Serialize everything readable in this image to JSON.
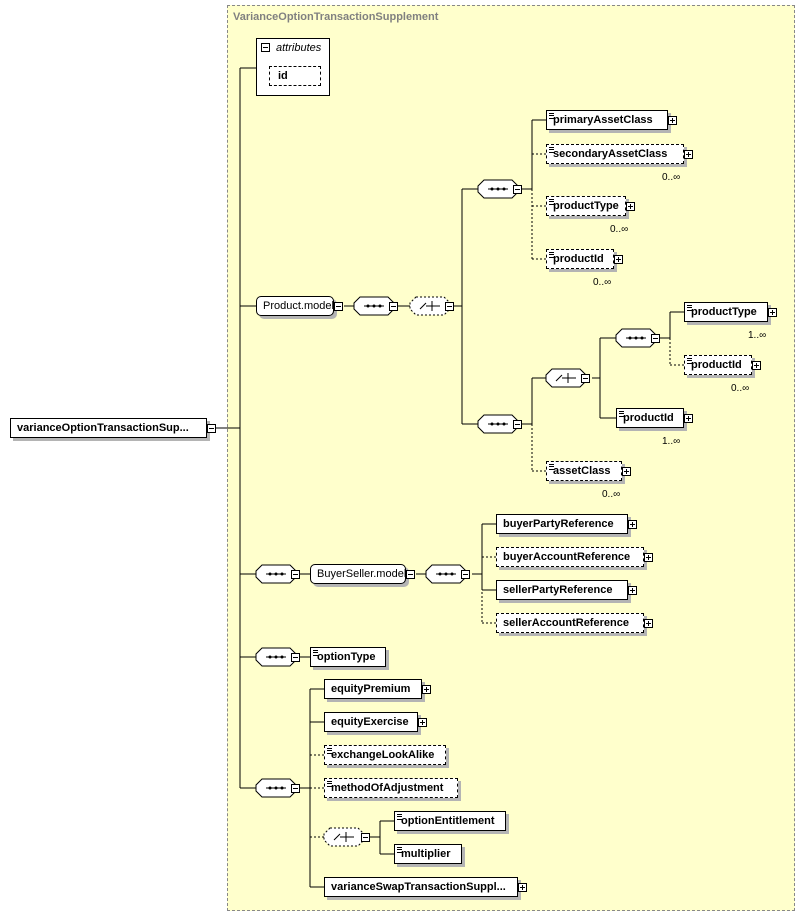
{
  "diagram": {
    "root": "varianceOptionTransactionSup...",
    "region_title": "VarianceOptionTransactionSupplement",
    "attributes_label": "attributes",
    "attribute_id": "id",
    "product_model": "Product.model",
    "buyerseller_model": "BuyerSeller.model",
    "elements": {
      "primaryAssetClass": "primaryAssetClass",
      "secondaryAssetClass": "secondaryAssetClass",
      "productType": "productType",
      "productId": "productId",
      "productType2": "productType",
      "productId2": "productId",
      "productId3": "productId",
      "assetClass": "assetClass",
      "buyerPartyReference": "buyerPartyReference",
      "buyerAccountReference": "buyerAccountReference",
      "sellerPartyReference": "sellerPartyReference",
      "sellerAccountReference": "sellerAccountReference",
      "optionType": "optionType",
      "equityPremium": "equityPremium",
      "equityExercise": "equityExercise",
      "exchangeLookAlike": "exchangeLookAlike",
      "methodOfAdjustment": "methodOfAdjustment",
      "optionEntitlement": "optionEntitlement",
      "multiplier": "multiplier",
      "varianceSwapTransactionSuppl": "varianceSwapTransactionSuppl..."
    },
    "occurrences": {
      "secondaryAssetClass": "0..∞",
      "productType": "0..∞",
      "productId": "0..∞",
      "productType2": "1..∞",
      "productId2": "0..∞",
      "productId3": "1..∞",
      "assetClass": "0..∞"
    }
  }
}
